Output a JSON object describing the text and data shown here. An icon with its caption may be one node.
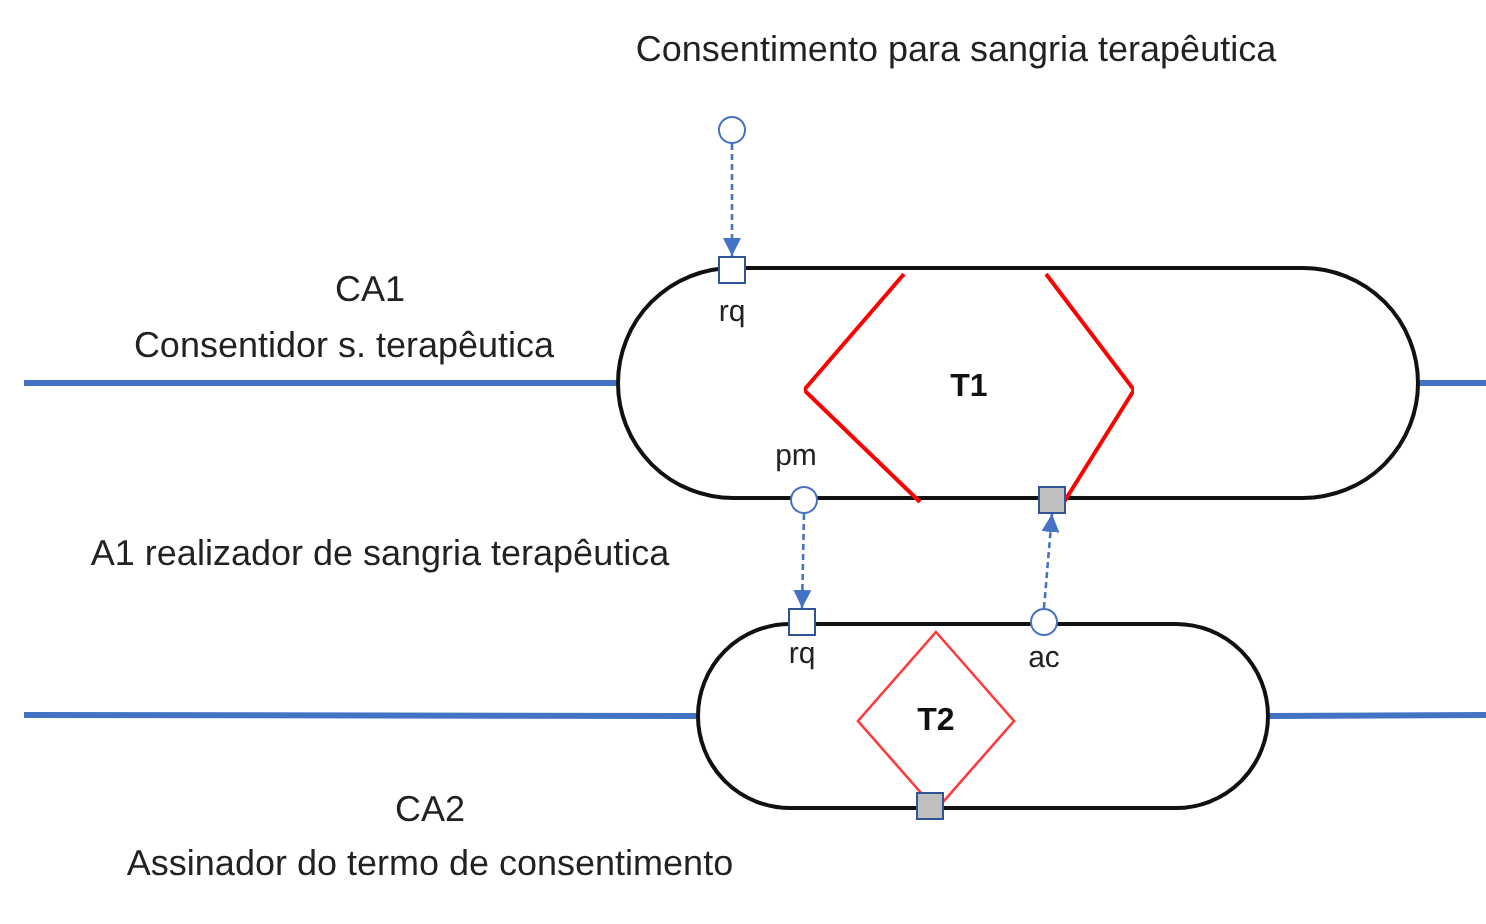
{
  "diagram": {
    "nodes": [
      {
        "text": [],
        "shape": "capsule",
        "beside": [
          "CA1",
          "Consentidor s. terapêutica"
        ]
      },
      {
        "text": [
          "T1"
        ],
        "in": 0
      },
      {
        "text": [],
        "shape": "circle",
        "beside": [
          "Consentimento para sangria terapêutica"
        ]
      },
      {
        "text": [],
        "shape": "box",
        "beside": [
          "rq"
        ]
      },
      {
        "text": [],
        "shape": "circle",
        "beside": [
          "pm"
        ]
      },
      {
        "text": [],
        "shape": "box"
      },
      {
        "text": [],
        "shape": "capsule",
        "beside": [
          "CA2",
          "Assinador do termo de consentimento"
        ]
      },
      {
        "text": [
          "T2"
        ],
        "in": 6
      },
      {
        "text": [],
        "shape": "box",
        "beside": [
          "rq"
        ]
      },
      {
        "text": [],
        "shape": "circle",
        "beside": [
          "ac"
        ]
      },
      {
        "text": [],
        "shape": "box"
      }
    ],
    "edges": [
      {
        "from": 2,
        "to": 3,
        "arrow": "to",
        "style": "dashed"
      },
      {
        "from": 4,
        "to": 8,
        "arrow": "to",
        "style": "dashed"
      },
      {
        "from": 9,
        "to": 5,
        "arrow": "to",
        "style": "dashed"
      },
      {
        "from": null,
        "to": 0,
        "arrow": "none"
      },
      {
        "from": 0,
        "to": null,
        "arrow": "none"
      },
      {
        "from": null,
        "to": 6,
        "arrow": "none"
      },
      {
        "from": 6,
        "to": null,
        "arrow": "none"
      }
    ],
    "labels": [
      "A1 realizador de sangria terapêutica"
    ]
  }
}
